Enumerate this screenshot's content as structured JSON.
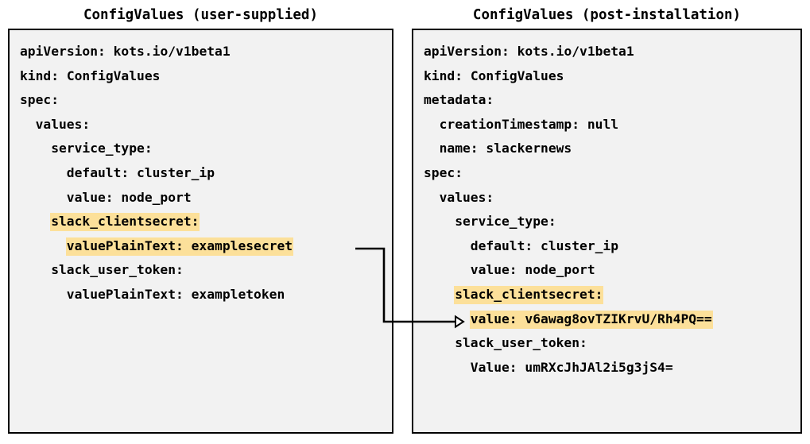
{
  "panels": {
    "left": {
      "title": "ConfigValues (user-supplied)",
      "lines": [
        {
          "text": "apiVersion: kots.io/v1beta1",
          "indent": 0,
          "highlight": false
        },
        {
          "text": "kind: ConfigValues",
          "indent": 0,
          "highlight": false
        },
        {
          "text": "spec:",
          "indent": 0,
          "highlight": false
        },
        {
          "text": "values:",
          "indent": 1,
          "highlight": false
        },
        {
          "text": "service_type:",
          "indent": 2,
          "highlight": false
        },
        {
          "text": "default: cluster_ip",
          "indent": 3,
          "highlight": false
        },
        {
          "text": "value: node_port",
          "indent": 3,
          "highlight": false
        },
        {
          "text": "slack_clientsecret:",
          "indent": 2,
          "highlight": true
        },
        {
          "text": "valuePlainText: examplesecret",
          "indent": 3,
          "highlight": true
        },
        {
          "text": "slack_user_token:",
          "indent": 2,
          "highlight": false
        },
        {
          "text": "valuePlainText: exampletoken",
          "indent": 3,
          "highlight": false
        }
      ]
    },
    "right": {
      "title": "ConfigValues (post-installation)",
      "lines": [
        {
          "text": "apiVersion: kots.io/v1beta1",
          "indent": 0,
          "highlight": false
        },
        {
          "text": "kind: ConfigValues",
          "indent": 0,
          "highlight": false
        },
        {
          "text": "metadata:",
          "indent": 0,
          "highlight": false
        },
        {
          "text": "creationTimestamp: null",
          "indent": 1,
          "highlight": false
        },
        {
          "text": "name: slackernews",
          "indent": 1,
          "highlight": false
        },
        {
          "text": "spec:",
          "indent": 0,
          "highlight": false
        },
        {
          "text": "values:",
          "indent": 1,
          "highlight": false
        },
        {
          "text": "service_type:",
          "indent": 2,
          "highlight": false
        },
        {
          "text": "default: cluster_ip",
          "indent": 3,
          "highlight": false
        },
        {
          "text": "value: node_port",
          "indent": 3,
          "highlight": false
        },
        {
          "text": "slack_clientsecret:",
          "indent": 2,
          "highlight": true
        },
        {
          "text": "value: v6awag8ovTZIKrvU/Rh4PQ==",
          "indent": 3,
          "highlight": true
        },
        {
          "text": "slack_user_token:",
          "indent": 2,
          "highlight": false
        },
        {
          "text": "Value: umRXcJhJAl2i5g3jS4=",
          "indent": 3,
          "highlight": false
        }
      ]
    }
  },
  "connector": {
    "label": "encrypted-value-mapping-arrow",
    "from_line": "valuePlainText: examplesecret",
    "to_line": "value: v6awag8ovTZIKrvU/Rh4PQ=="
  },
  "colors": {
    "highlight": "#fce09a",
    "panel_background": "#f2f2f2",
    "panel_border": "#000000",
    "text": "#000000",
    "page_background": "#ffffff"
  }
}
